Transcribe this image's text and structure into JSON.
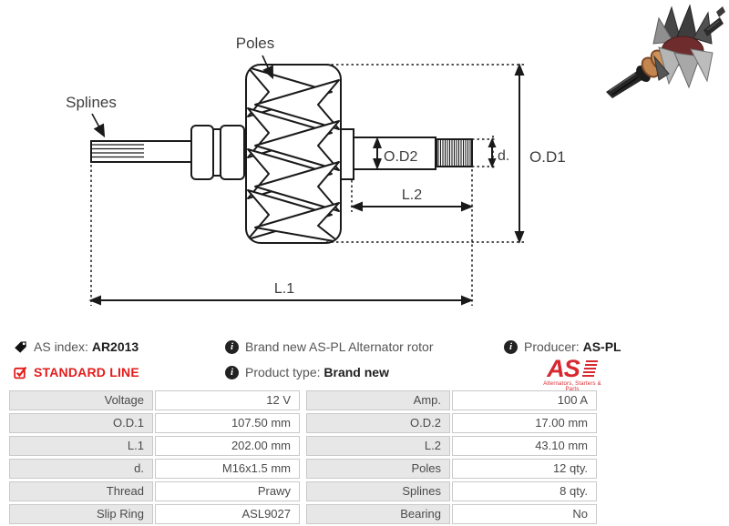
{
  "diagram": {
    "poles_label": "Poles",
    "splines_label": "Splines",
    "od1_label": "O.D1",
    "od2_label": "O.D2",
    "d_label": "d.",
    "l1_label": "L.1",
    "l2_label": "L.2"
  },
  "info": {
    "as_index_label": "AS index:",
    "as_index_value": "AR2013",
    "standard_line": "STANDARD LINE",
    "description": "Brand new AS-PL Alternator rotor",
    "product_type_label": "Product type:",
    "product_type_value": "Brand new",
    "producer_label": "Producer:",
    "producer_value": "AS-PL",
    "logo_text": "AS",
    "logo_tagline": "Alternators, Starters & Parts",
    "info_icon_glyph": "i"
  },
  "specs": {
    "rows": [
      {
        "l1": "Voltage",
        "v1": "12 V",
        "l2": "Amp.",
        "v2": "100 A"
      },
      {
        "l1": "O.D.1",
        "v1": "107.50 mm",
        "l2": "O.D.2",
        "v2": "17.00 mm"
      },
      {
        "l1": "L.1",
        "v1": "202.00 mm",
        "l2": "L.2",
        "v2": "43.10 mm"
      },
      {
        "l1": "d.",
        "v1": "M16x1.5 mm",
        "l2": "Poles",
        "v2": "12 qty."
      },
      {
        "l1": "Thread",
        "v1": "Prawy",
        "l2": "Splines",
        "v2": "8 qty."
      },
      {
        "l1": "Slip Ring",
        "v1": "ASL9027",
        "l2": "Bearing",
        "v2": "No"
      }
    ]
  },
  "colors": {
    "accent_red": "#e31b1b",
    "logo_red": "#d7282f"
  }
}
